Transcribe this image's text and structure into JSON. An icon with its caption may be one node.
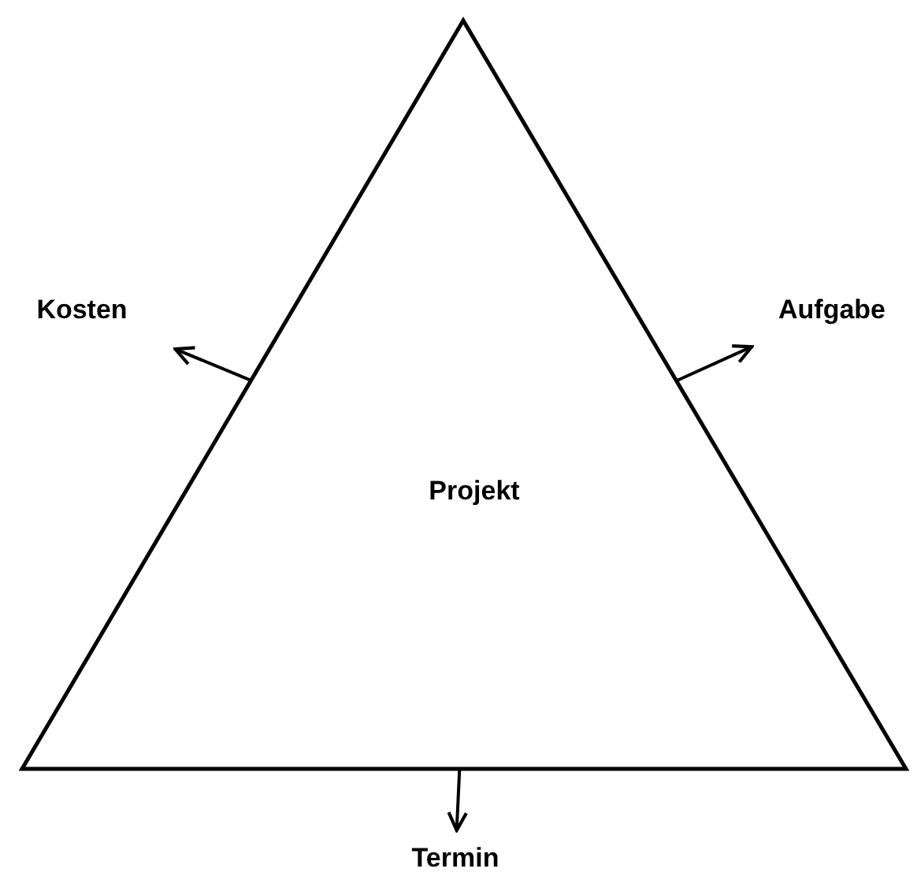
{
  "diagram": {
    "nodes": [
      {
        "text": [
          "Projekt"
        ]
      },
      {
        "text": [
          "Kosten"
        ]
      },
      {
        "text": [
          "Aufgabe"
        ]
      },
      {
        "text": [
          "Termin"
        ]
      }
    ],
    "edges": [
      {
        "from": 0,
        "to": 1,
        "arrow": "to"
      },
      {
        "from": 0,
        "to": 2,
        "arrow": "to"
      },
      {
        "from": 0,
        "to": 3,
        "arrow": "to"
      }
    ]
  }
}
